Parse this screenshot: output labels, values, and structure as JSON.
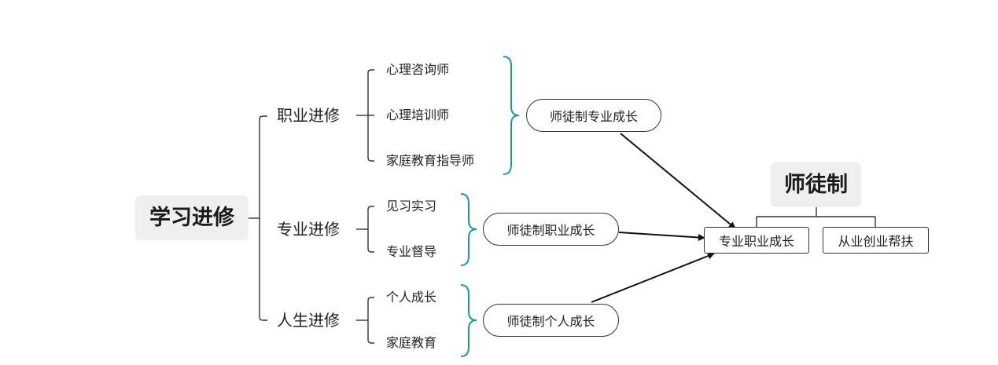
{
  "root": {
    "label": "学习进修"
  },
  "categories": [
    {
      "label": "职业进修",
      "items": [
        "心理咨询师",
        "心理培训师",
        "家庭教育指导师"
      ],
      "pill": "师徒制专业成长"
    },
    {
      "label": "专业进修",
      "items": [
        "见习实习",
        "专业督导"
      ],
      "pill": "师徒制职业成长"
    },
    {
      "label": "人生进修",
      "items": [
        "个人成长",
        "家庭教育"
      ],
      "pill": "师徒制个人成长"
    }
  ],
  "mentorship": {
    "title": "师徒制",
    "children": [
      "专业职业成长",
      "从业创业帮扶"
    ]
  },
  "colors": {
    "line": "#333333",
    "brace": "#1e9a96",
    "highlight_bg": "#efefef",
    "arrow": "#111111"
  }
}
